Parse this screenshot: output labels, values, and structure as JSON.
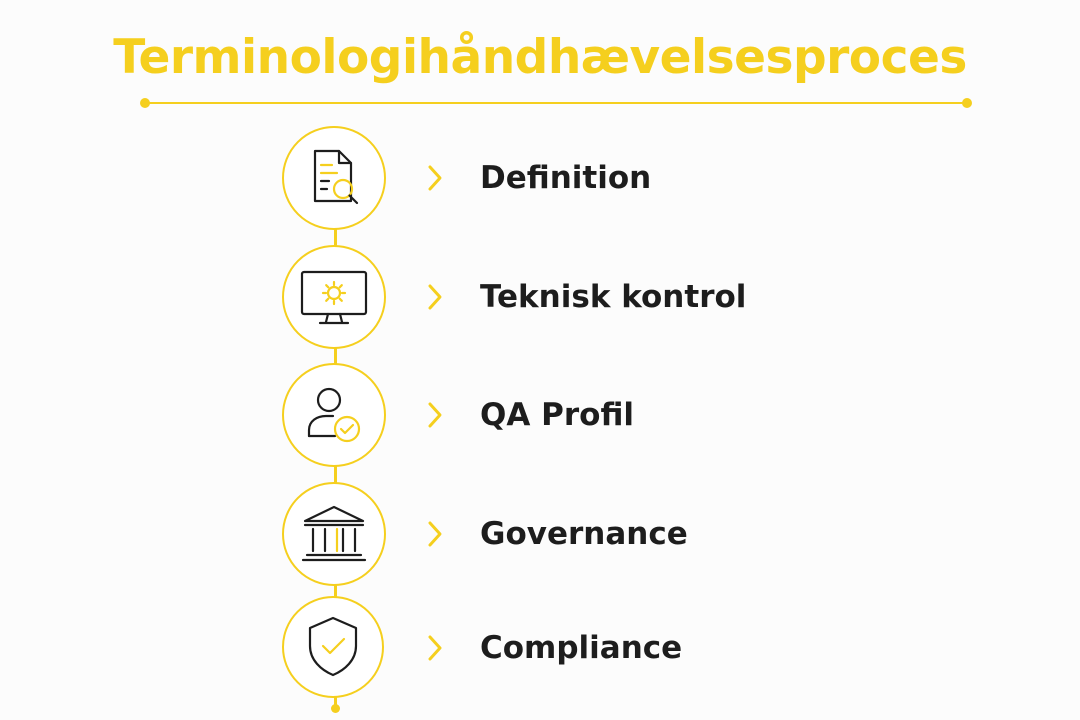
{
  "title": "Terminologihåndhævelsesproces",
  "steps": [
    {
      "label": "Definition",
      "icon": "document-search-icon"
    },
    {
      "label": "Teknisk kontrol",
      "icon": "monitor-gear-icon"
    },
    {
      "label": "QA Profil",
      "icon": "user-check-icon"
    },
    {
      "label": "Governance",
      "icon": "institution-icon"
    },
    {
      "label": "Compliance",
      "icon": "shield-check-icon"
    }
  ],
  "colors": {
    "accent": "#f5cf1e",
    "text": "#1d1d1d",
    "icon_stroke": "#1d1d1d",
    "background": "#fcfcfc"
  }
}
